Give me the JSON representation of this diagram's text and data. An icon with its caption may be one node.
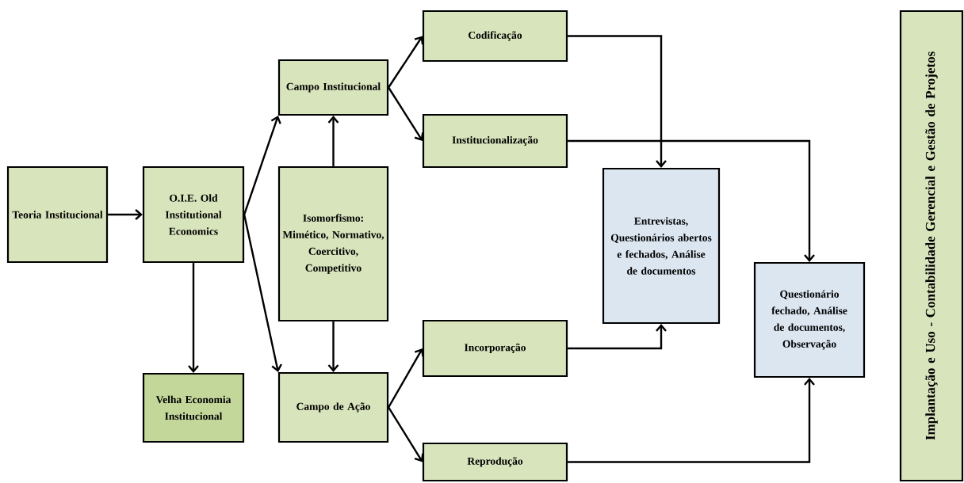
{
  "diagram": {
    "nodes": [
      {
        "text": [
          "Teoria Institucional"
        ]
      },
      {
        "text": [
          "O.I.E. Old Institutional Economics"
        ]
      },
      {
        "text": [
          "Velha Economia Institucional"
        ]
      },
      {
        "text": [
          "Campo Institucional"
        ]
      },
      {
        "text": [
          "Isomorfismo: Mimético, Normativo, Coercitivo, Competitivo"
        ]
      },
      {
        "text": [
          "Campo de Ação"
        ]
      },
      {
        "text": [
          "Codificação"
        ]
      },
      {
        "text": [
          "Institucionalização"
        ]
      },
      {
        "text": [
          "Incorporação"
        ]
      },
      {
        "text": [
          "Reprodução"
        ]
      },
      {
        "text": [
          "Entrevistas, Questionários abertos e fechados, Análise de documentos"
        ]
      },
      {
        "text": [
          "Questionário fechado, Análise de documentos, Observação"
        ]
      },
      {
        "text": [
          "Implantação e Uso - Contabilidade Gerencial e Gestão de Projetos"
        ]
      }
    ],
    "edges": [
      {
        "from": 0,
        "to": 1,
        "arrow": "to"
      },
      {
        "from": 1,
        "to": 3,
        "arrow": "to"
      },
      {
        "from": 1,
        "to": 5,
        "arrow": "to"
      },
      {
        "from": 1,
        "to": 2,
        "arrow": "to"
      },
      {
        "from": 4,
        "to": 3,
        "arrow": "to"
      },
      {
        "from": 4,
        "to": 5,
        "arrow": "to"
      },
      {
        "from": 3,
        "to": 6,
        "arrow": "to"
      },
      {
        "from": 3,
        "to": 7,
        "arrow": "to"
      },
      {
        "from": 5,
        "to": 8,
        "arrow": "to"
      },
      {
        "from": 5,
        "to": 9,
        "arrow": "to"
      },
      {
        "from": 6,
        "to": 10,
        "arrow": "to"
      },
      {
        "from": 7,
        "to": 11,
        "arrow": "to"
      },
      {
        "from": 8,
        "to": 10,
        "arrow": "to"
      },
      {
        "from": 9,
        "to": 11,
        "arrow": "to"
      }
    ]
  }
}
